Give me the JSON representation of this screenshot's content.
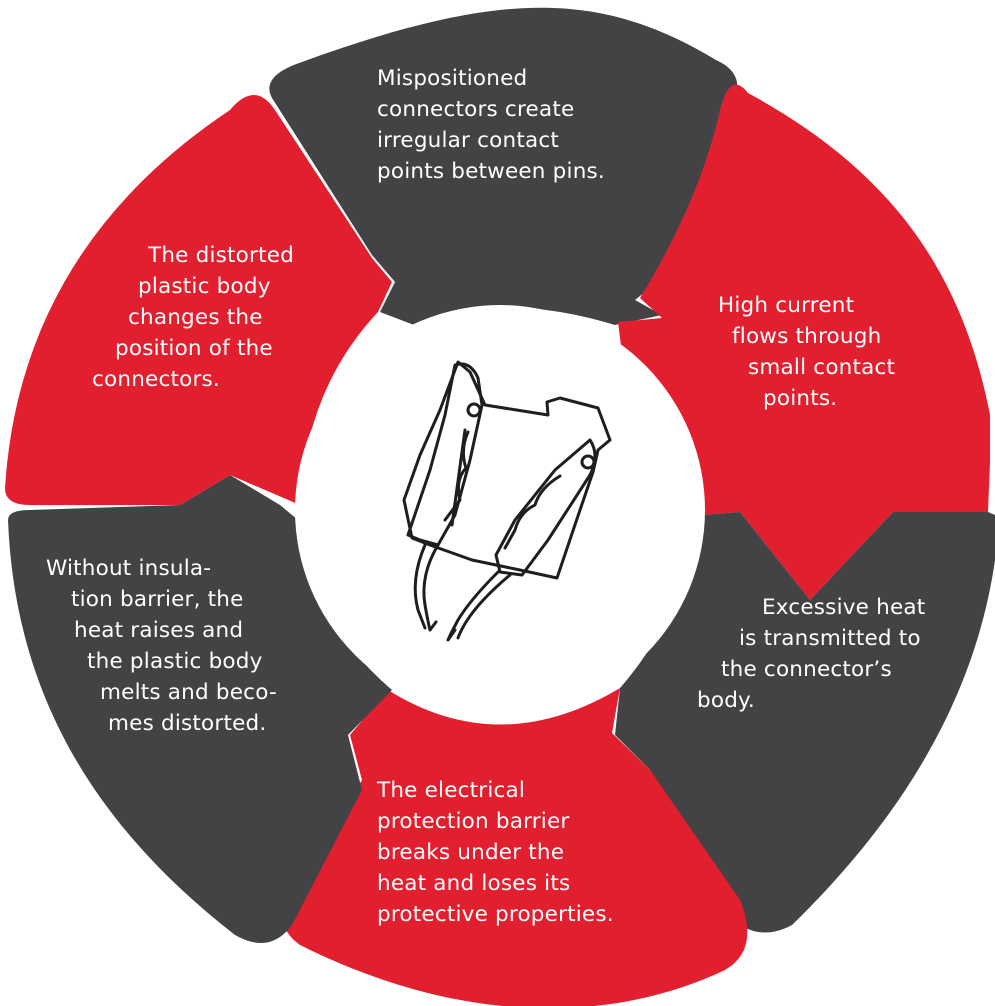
{
  "colors": {
    "red": "#e21f2f",
    "dark": "#434345",
    "center": "#ffffff",
    "line": "#1e1e1e"
  },
  "center_icon": "burnt-connector-icon",
  "steps": [
    {
      "color": "dark",
      "lines": [
        "Mispositioned",
        "connectors create",
        "irregular contact",
        "points between pins."
      ]
    },
    {
      "color": "red",
      "lines": [
        "High current",
        "flows through",
        "small contact",
        "points."
      ]
    },
    {
      "color": "dark",
      "lines": [
        "Excessive heat",
        "is transmitted to",
        "the connector’s",
        "body."
      ]
    },
    {
      "color": "red",
      "lines": [
        "The electrical",
        "protection barrier",
        "breaks under the",
        "heat and loses its",
        "protective properties."
      ]
    },
    {
      "color": "dark",
      "lines": [
        "Without insula-",
        "tion barrier, the",
        "heat raises and",
        "the plastic body",
        "melts and beco-",
        "mes distorted."
      ]
    },
    {
      "color": "red",
      "lines": [
        "The distorted",
        "plastic body",
        "changes the",
        "position of the",
        "connectors."
      ]
    }
  ]
}
